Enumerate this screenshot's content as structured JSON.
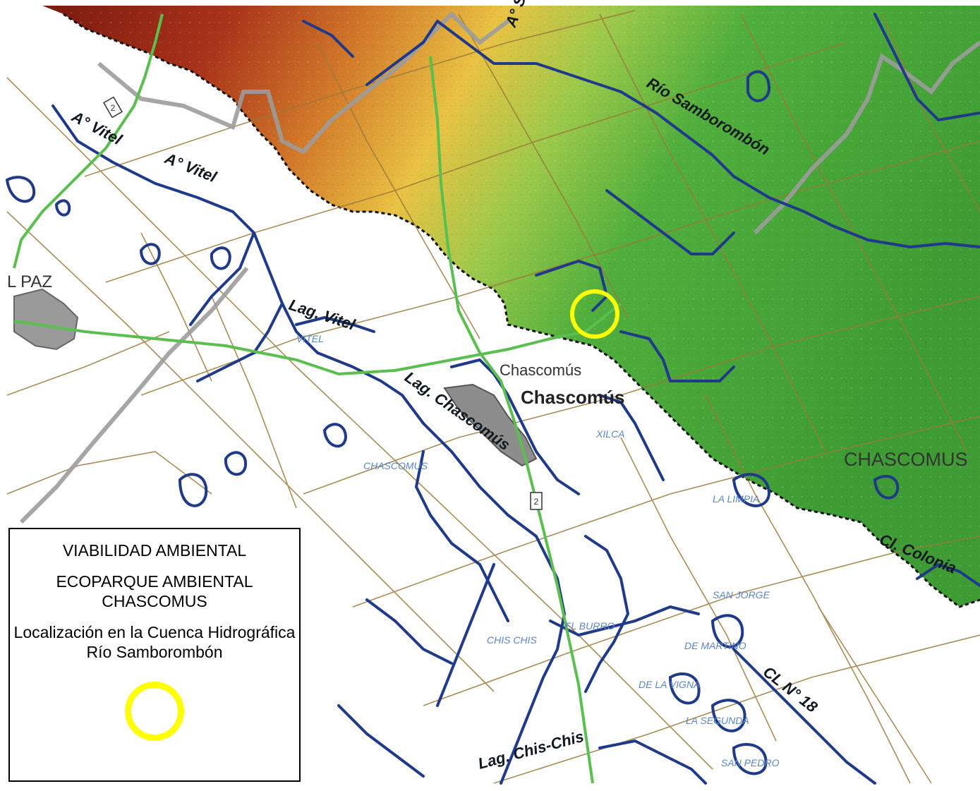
{
  "map": {
    "colors": {
      "relief_high": "#8b1d12",
      "relief_mid": "#e8b53a",
      "relief_low": "#4fae3c",
      "river": "#1f3a8a",
      "road": "#5bbf4f",
      "boundary": "#a0a0a0",
      "parcel_line": "#9a7a3a",
      "marker": "#ffff00"
    },
    "labels": {
      "arroyo_vitel_1": "A° Vitel",
      "arroyo_vitel_2": "A° Vitel",
      "rio_samborombon": "Río Samborombón",
      "laguna_vitel": "Lag. Vitel",
      "laguna_chascomus": "Lag. Chascomús",
      "lpaz": "L PAZ",
      "vitel": "VITEL",
      "chascomus_small": "Chascomús",
      "chascomus_big": "Chascomús",
      "chascomus_area": "CHASCOMUS",
      "chascomus_district": "CHASCOMUS",
      "xilca": "XILCA",
      "la_limpia": "LA LIMPIA",
      "san_jorge": "SAN JORGE",
      "de_martino": "DE MARTINO",
      "de_la_vigna": "DE LA VIGNA",
      "la_segunda": "LA SEGUNDA",
      "san_pedro": "SAN PEDRO",
      "el_burro": "EL BURRO",
      "chis_chis_place": "CHIS CHIS",
      "cl_colonia": "Cl. Colonia",
      "cl_18": "CL N° 18",
      "laguna_chis_chis": "Lag. Chis-Chis",
      "route_2_a": "2",
      "route_2_b": "2",
      "arroyo_top": "A° S"
    }
  },
  "legend": {
    "title": "VIABILIDAD AMBIENTAL",
    "project": "ECOPARQUE AMBIENTAL CHASCOMUS",
    "description": "Localización en la Cuenca Hidrográfica Río Samborombón",
    "marker_icon": "yellow-circle-icon"
  }
}
